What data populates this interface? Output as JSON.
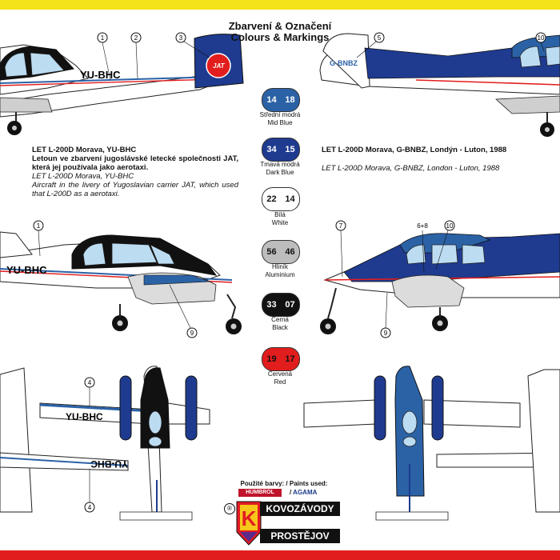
{
  "title": {
    "line1": "Zbarvení & Označení",
    "line2": "Colours & Markings"
  },
  "colors": {
    "mid_blue": "#2b62a6",
    "dark_blue": "#1f3b90",
    "white": "#ffffff",
    "aluminium": "#bdbdbd",
    "black": "#111111",
    "red": "#e21d1d",
    "yellow_band": "#f4e21a"
  },
  "swatches": [
    {
      "code_a": "14",
      "code_b": "18",
      "label_cz": "Střední modrá",
      "label_en": "Mid Blue"
    },
    {
      "code_a": "34",
      "code_b": "15",
      "label_cz": "Tmavá modrá",
      "label_en": "Dark Blue"
    },
    {
      "code_a": "22",
      "code_b": "14",
      "label_cz": "Bílá",
      "label_en": "White"
    },
    {
      "code_a": "56",
      "code_b": "46",
      "label_cz": "Hliník",
      "label_en": "Aluminium"
    },
    {
      "code_a": "33",
      "code_b": "07",
      "label_cz": "Černá",
      "label_en": "Black"
    },
    {
      "code_a": "19",
      "code_b": "17",
      "label_cz": "Červená",
      "label_en": "Red"
    }
  ],
  "left_scheme": {
    "title": "LET L-200D Morava, YU-BHC",
    "desc_cz": "Letoun ve zbarvení jugoslávské letecké společnosti JAT, která jej používala jako aerotaxi.",
    "title_en": "LET L-200D Morava, YU-BHC",
    "desc_en": "Aircraft in the livery of Yugoslavian carrier JAT, which used that L-200D as a aerotaxi.",
    "registration": "YU-BHC",
    "tail_logo": "JAT"
  },
  "right_scheme": {
    "title": "LET L-200D Morava, G-BNBZ, Londýn - Luton, 1988",
    "title_en": "LET L-200D Morava, G-BNBZ, London - Luton, 1988",
    "registration": "G-BNBZ"
  },
  "callouts": [
    "1",
    "2",
    "3",
    "4",
    "5",
    "6",
    "7",
    "8",
    "9",
    "10",
    "6+8"
  ],
  "paints": {
    "label": "Použité barvy: / Paints used:",
    "brand1": "HUMBROL",
    "slash": "/",
    "brand2": "AGAMA"
  },
  "logo": {
    "line1": "KOVOZÁVODY",
    "line2": "PROSTĚJOV",
    "letter": "K",
    "reg_mark": "®"
  }
}
